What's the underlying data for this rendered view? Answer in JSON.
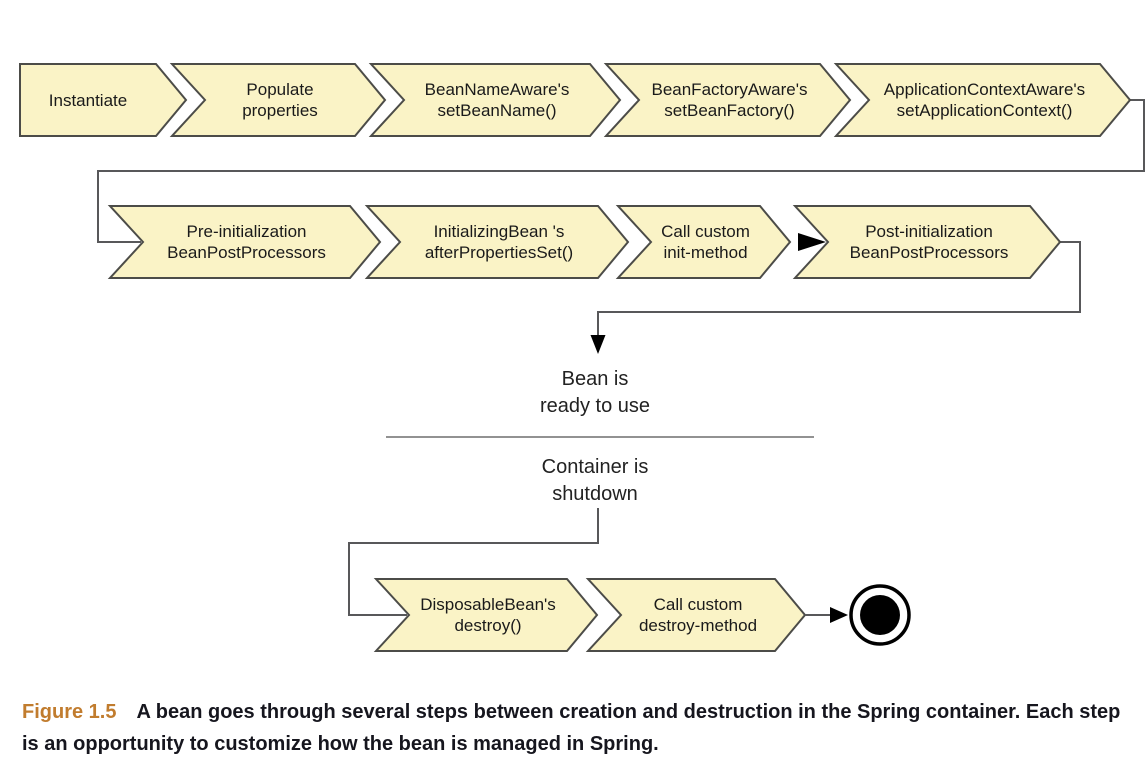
{
  "colors": {
    "chevron_fill": "#FAF3C6",
    "chevron_border": "#4C4C48",
    "connector": "#58585A",
    "arrowhead": "#000000",
    "caption_accent": "#C17C2E",
    "caption_text": "#16161E",
    "background": "#FFFFFF"
  },
  "steps": {
    "row1": [
      {
        "label": "Instantiate"
      },
      {
        "label": "Populate\nproperties"
      },
      {
        "label": "BeanNameAware's\nsetBeanName()"
      },
      {
        "label": "BeanFactoryAware's\nsetBeanFactory()"
      },
      {
        "label": "ApplicationContextAware's\nsetApplicationContext()"
      }
    ],
    "row2": [
      {
        "label": "Pre-initialization\nBeanPostProcessors"
      },
      {
        "label": "InitializingBean 's\nafterPropertiesSet()"
      },
      {
        "label": "Call custom\ninit-method"
      },
      {
        "label": "Post-initialization\nBeanPostProcessors"
      }
    ],
    "row3": [
      {
        "label": "DisposableBean's\ndestroy()"
      },
      {
        "label": "Call custom\ndestroy-method"
      }
    ]
  },
  "annotations": {
    "bean_ready": "Bean is\nready to use",
    "container_shutdown": "Container is\nshutdown"
  },
  "caption": {
    "figure_label": "Figure 1.5",
    "text": "A bean goes through several steps between creation and destruction in the Spring container. Each step is an opportunity to customize how the bean is managed in Spring."
  }
}
